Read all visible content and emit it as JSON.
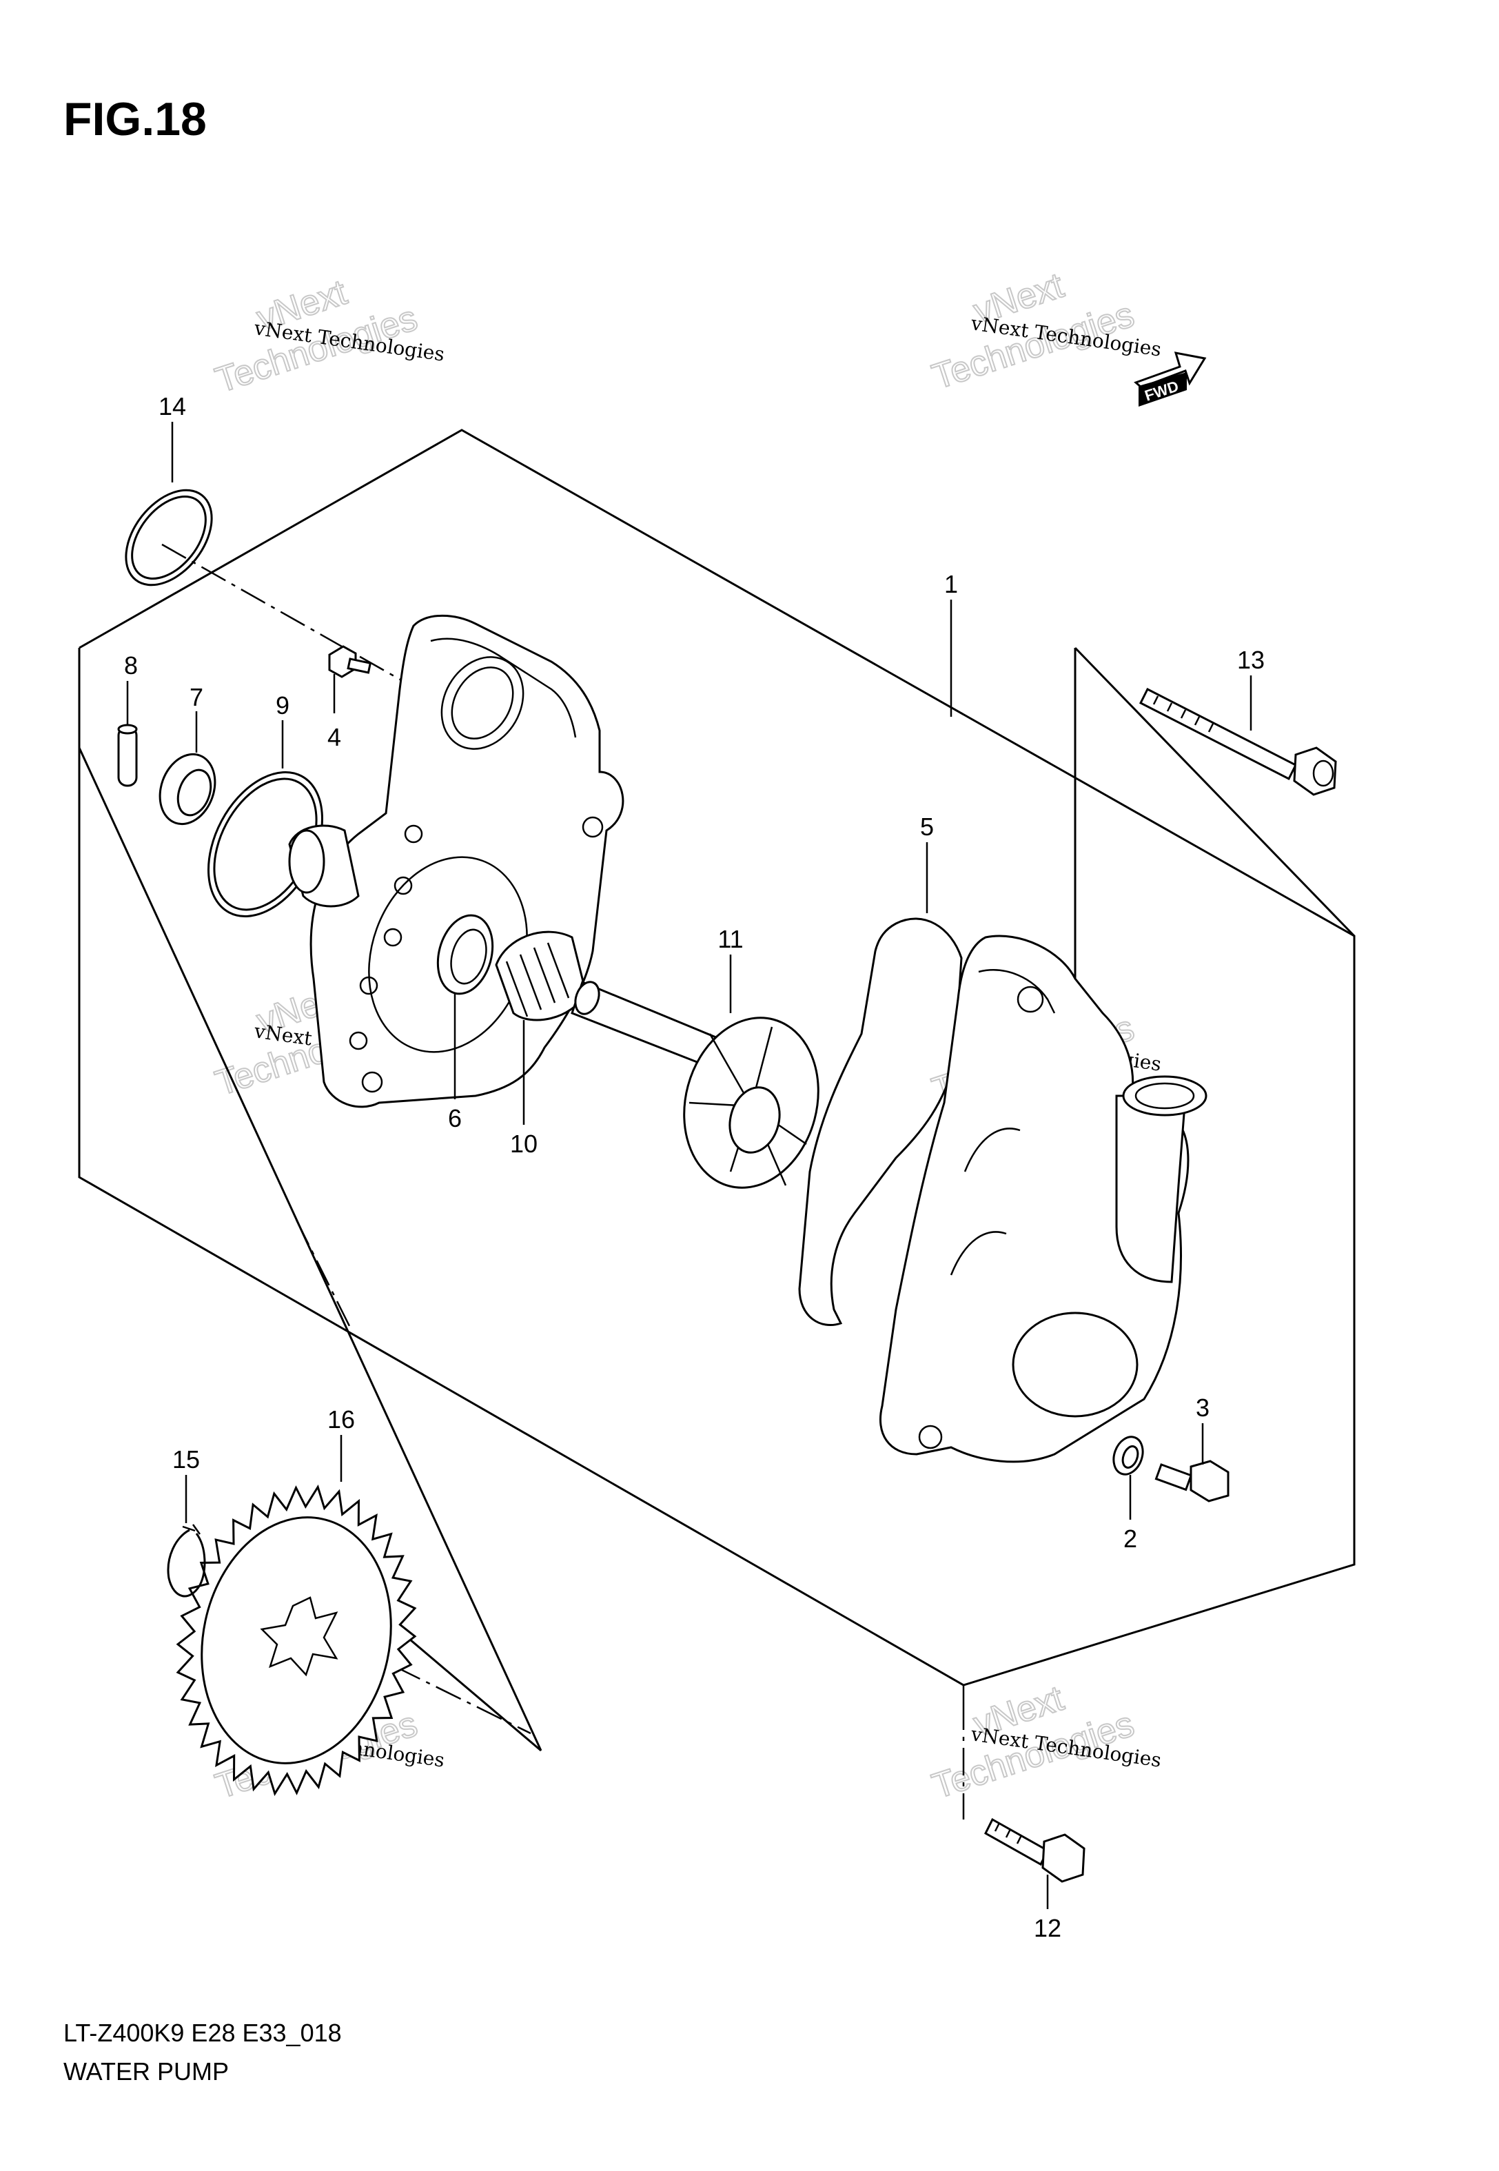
{
  "figure": {
    "title": "FIG.18",
    "model_code": "LT-Z400K9  E28  E33_018",
    "section_name": "WATER PUMP",
    "direction_badge": "FWD"
  },
  "watermark": {
    "line1": "vNext Technologies",
    "line2": "vNext",
    "line3": "Technologies"
  },
  "callouts": [
    "14",
    "8",
    "7",
    "9",
    "4",
    "1",
    "13",
    "5",
    "11",
    "6",
    "10",
    "3",
    "2",
    "16",
    "15",
    "12"
  ]
}
